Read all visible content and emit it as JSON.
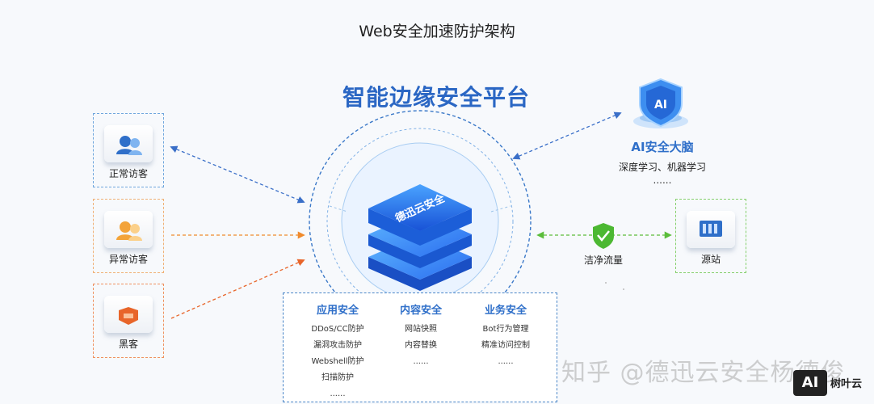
{
  "title": "Web安全加速防护架构",
  "platform_title": "智能边缘安全平台",
  "core_badge": "德迅云安全",
  "visitors": {
    "normal": "正常访客",
    "abnormal": "异常访客",
    "black": "黑客"
  },
  "ai": {
    "title": "AI安全大脑",
    "subtitle": "深度学习、机器学习",
    "more": "......",
    "shield_text": "AI"
  },
  "clean_traffic": "洁净流量",
  "origin": "源站",
  "panel": {
    "columns": [
      {
        "title": "应用安全",
        "items": [
          "DDoS/CC防护",
          "漏洞攻击防护",
          "Webshell防护",
          "扫描防护",
          "......"
        ]
      },
      {
        "title": "内容安全",
        "items": [
          "网站快照",
          "内容替换",
          "......"
        ]
      },
      {
        "title": "业务安全",
        "items": [
          "Bot行为管理",
          "精准访问控制",
          "......"
        ]
      }
    ]
  },
  "watermark": "知乎 @德迅云安全杨德俊",
  "brand": {
    "logo": "AI",
    "name": "树叶云"
  },
  "colors": {
    "accent": "#2f6fc9",
    "normal": "#3a6fc8",
    "abnormal": "#f08a2c",
    "black": "#e8652a",
    "clean": "#5bbd3b"
  }
}
